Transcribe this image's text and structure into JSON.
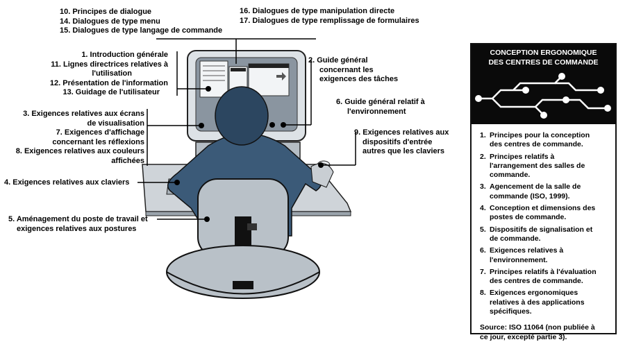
{
  "labels": {
    "top_left": [
      "10. Principes de dialogue",
      "14. Dialogues de type menu",
      "15. Dialogues de type langage de commande"
    ],
    "top_right": [
      "16. Dialogues de type manipulation directe",
      "17. Dialogues de type remplissage de formulaires"
    ],
    "left_upper": [
      "1. Introduction générale",
      "11. Lignes directrices relatives à",
      "l'utilisation",
      "12. Présentation de l'information",
      "13. Guidage de l'utilisateur"
    ],
    "screens": [
      "3. Exigences relatives aux écrans",
      "de visualisation",
      "7. Exigences d'affichage",
      "concernant les réflexions",
      "8. Exigences relatives aux couleurs",
      "affichées"
    ],
    "keyboards": [
      "4. Exigences relatives aux claviers"
    ],
    "workstation": [
      "5. Aménagement du poste de travail et",
      "exigences relatives aux postures"
    ],
    "tasks": [
      "2. Guide général",
      "concernant les",
      "exigences des tâches"
    ],
    "environment": [
      "6. Guide général relatif à",
      "l'environnement"
    ],
    "input_devices": [
      "9. Exigences relatives aux",
      "dispositifs d'entrée",
      "autres que les claviers"
    ]
  },
  "panel": {
    "title": [
      "CONCEPTION ERGONOMIQUE",
      "DES CENTRES DE COMMANDE"
    ],
    "items": [
      {
        "num": "1.",
        "lines": [
          "Principes pour la conception",
          "des centres de commande."
        ]
      },
      {
        "num": "2.",
        "lines": [
          "Principes relatifs à",
          "l'arrangement des salles de",
          "commande."
        ]
      },
      {
        "num": "3.",
        "lines": [
          "Agencement de la salle de",
          "commande (ISO, 1999)."
        ]
      },
      {
        "num": "4.",
        "lines": [
          "Conception et dimensions des",
          "postes de commande."
        ]
      },
      {
        "num": "5.",
        "lines": [
          "Dispositifs de signalisation et",
          "de commande."
        ]
      },
      {
        "num": "6.",
        "lines": [
          "Exigences relatives à",
          "l'environnement."
        ]
      },
      {
        "num": "7.",
        "lines": [
          "Principes relatifs à l'évaluation",
          "des centres de commande."
        ]
      },
      {
        "num": "8.",
        "lines": [
          "Exigences ergonomiques",
          "relatives à des applications",
          "spécifiques."
        ]
      }
    ],
    "source": [
      "Source: ISO 11064 (non publiée à",
      "ce jour, excepté partie 3)."
    ]
  },
  "icons": {
    "circuit": "circuit-board-icon",
    "screen_window": "window-icon"
  },
  "colors": {
    "ink": "#000000",
    "panel_head": "#0a0a0a",
    "desk": "#cfd4d9",
    "person": "#3b5a78",
    "monitor": "#dde2e6"
  }
}
